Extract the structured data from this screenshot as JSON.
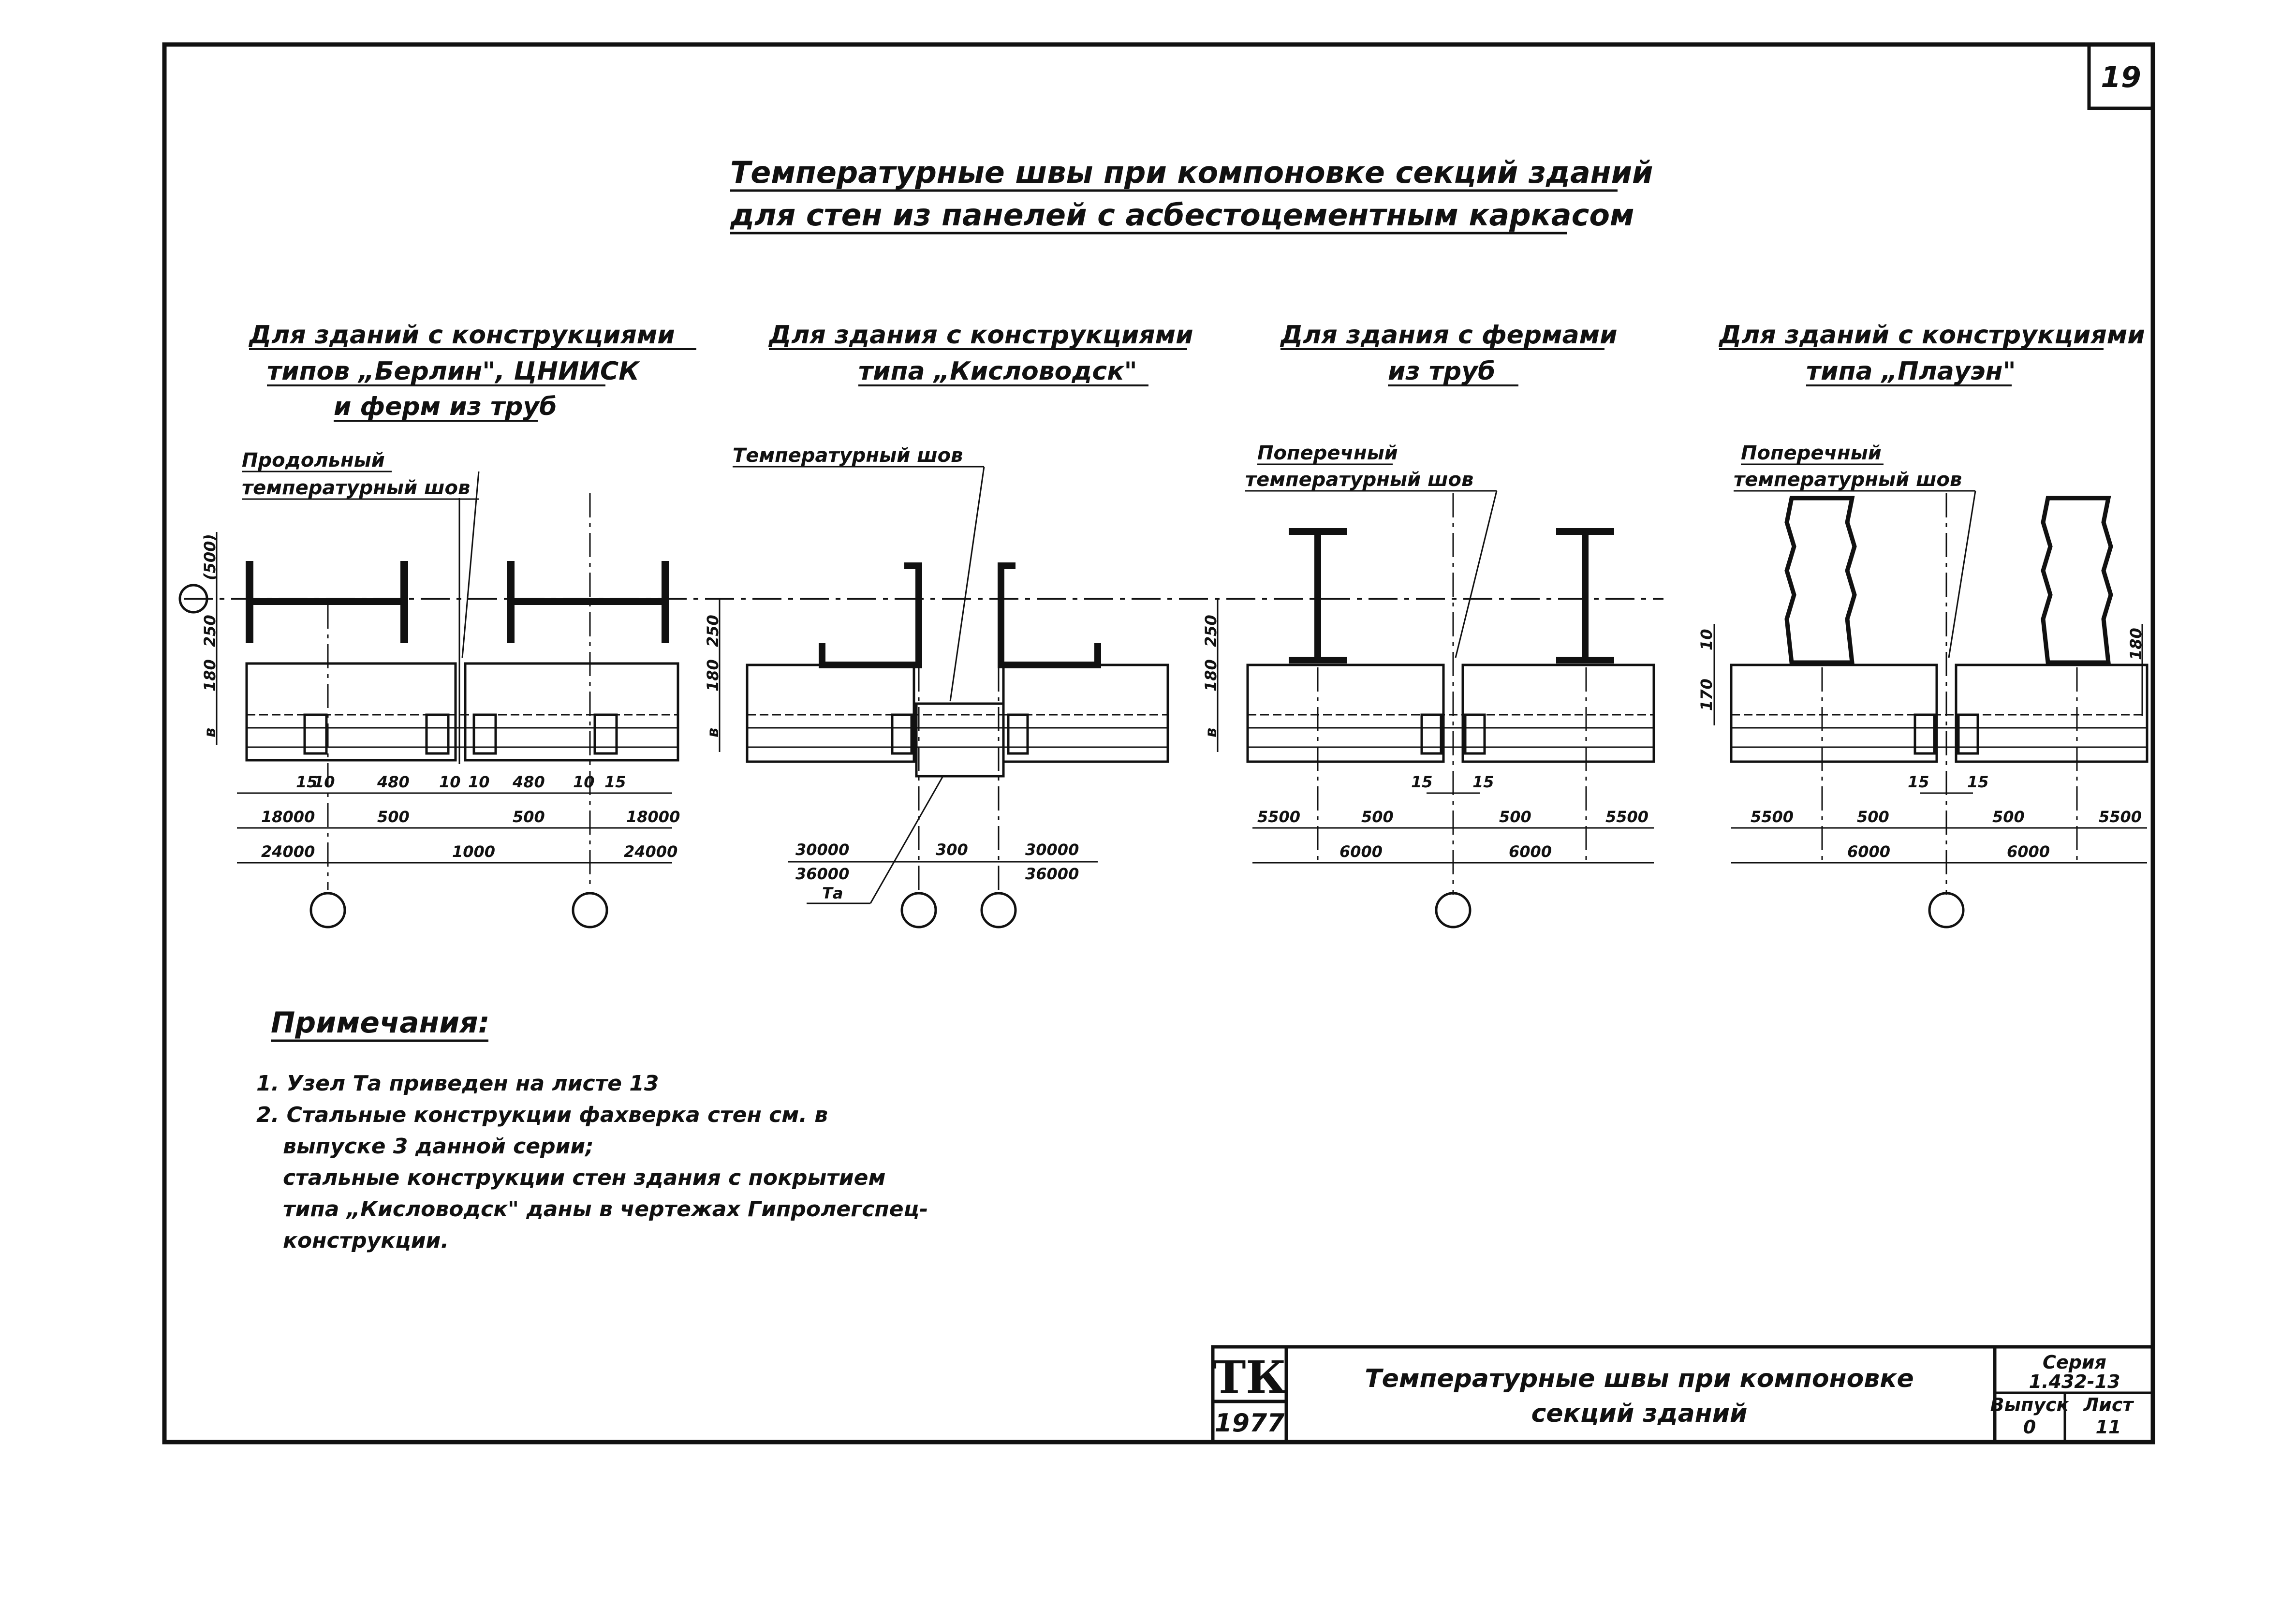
{
  "sheet": {
    "corner_number": "19"
  },
  "title": {
    "line1": "Температурные   швы   при  компоновке  секций  зданий",
    "line2": "для  стен  из  панелей  с  асбестоцементным  каркасом"
  },
  "sections": [
    {
      "heading": [
        "Для  зданий  с  конструкциями",
        "типов „Берлин\", ЦНИИСК",
        "и  ферм  из  труб"
      ],
      "joint_label": [
        "Продольный",
        "температурный шов"
      ],
      "vert_dims": [
        "(500)",
        "250",
        "180",
        "в"
      ],
      "dims_row1": [
        "15",
        "10",
        "480",
        "10",
        "10",
        "480",
        "10",
        "15"
      ],
      "dims_row2": [
        "18000",
        "500",
        "500",
        "18000"
      ],
      "dims_row3": [
        "24000",
        "1000",
        "24000"
      ]
    },
    {
      "heading": [
        "Для  здания  с  конструкциями",
        "типа „Кисловодск\""
      ],
      "joint_label": [
        "Температурный шов"
      ],
      "vert_dims": [
        "250",
        "180",
        "в"
      ],
      "dims_row1": [
        "30000",
        "300",
        "30000"
      ],
      "dims_row2": [
        "36000",
        "36000"
      ],
      "node_label": "Та"
    },
    {
      "heading": [
        "Для  здания  с  фермами",
        "из  труб"
      ],
      "joint_label": [
        "Поперечный",
        "температурный шов"
      ],
      "vert_dims": [
        "250",
        "180",
        "в"
      ],
      "dims_row1": [
        "15",
        "15"
      ],
      "dims_row2": [
        "5500",
        "500",
        "500",
        "5500"
      ],
      "dims_row3": [
        "6000",
        "6000"
      ]
    },
    {
      "heading": [
        "Для  зданий  с  конструкциями",
        "типа „Плауэн\""
      ],
      "joint_label": [
        "Поперечный",
        "температурный шов"
      ],
      "vert_dims": [
        "10",
        "170",
        "180"
      ],
      "dims_row1": [
        "15",
        "15"
      ],
      "dims_row2": [
        "5500",
        "500",
        "500",
        "5500"
      ],
      "dims_row3": [
        "6000",
        "6000"
      ]
    }
  ],
  "notes": {
    "heading": "Примечания:",
    "lines": [
      "1. Узел Та  приведен  на  листе  13",
      "2. Стальные  конструкции  фахверка  стен  см.  в",
      "выпуске 3  данной  серии;",
      "стальные  конструкции  стен  здания  с  покрытием",
      "типа „Кисловодск\"  даны  в  чертежах  Гипролегспец-",
      "конструкции."
    ]
  },
  "title_block": {
    "org": "ТК",
    "year": "1977",
    "name_line1": "Температурные   швы  при  компоновке",
    "name_line2": "секций  зданий",
    "series_label": "Серия",
    "series_value": "1.432-13",
    "issue_label": "Выпуск",
    "issue_value": "0",
    "sheet_label": "Лист",
    "sheet_value": "11"
  }
}
